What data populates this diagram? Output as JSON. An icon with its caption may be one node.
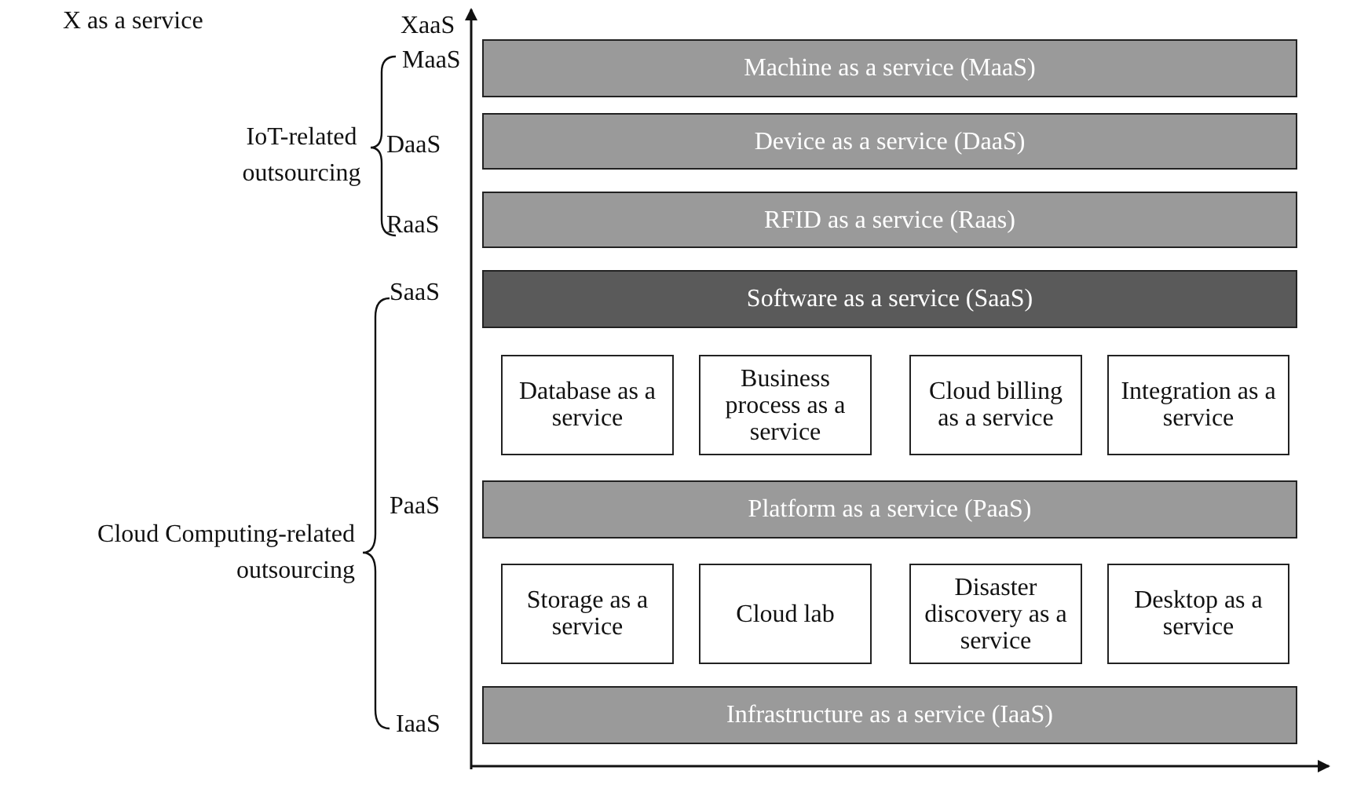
{
  "diagram": {
    "nodes": [
      {
        "text": [
          "Machine as a service (MaaS)"
        ]
      },
      {
        "text": [
          "Device as a service (DaaS)"
        ]
      },
      {
        "text": [
          "RFID as a service (Raas)"
        ]
      },
      {
        "text": [
          "Software as a service (SaaS)"
        ]
      },
      {
        "text": [
          "Database as a service"
        ]
      },
      {
        "text": [
          "Business process as a service"
        ]
      },
      {
        "text": [
          "Cloud billing as a service"
        ]
      },
      {
        "text": [
          "Integration as a service"
        ]
      },
      {
        "text": [
          "Platform as a service (PaaS)"
        ]
      },
      {
        "text": [
          "Storage as a service"
        ]
      },
      {
        "text": [
          "Cloud lab"
        ]
      },
      {
        "text": [
          "Disaster discovery as a service"
        ]
      },
      {
        "text": [
          "Desktop as a service"
        ]
      },
      {
        "text": [
          "Infrastructure as a service (IaaS)"
        ]
      }
    ],
    "labels": [
      "X as a service",
      "XaaS",
      "MaaS",
      "IoT-related outsourcing",
      "DaaS",
      "RaaS",
      "SaaS",
      "Cloud Computing-related outsourcing",
      "PaaS",
      "IaaS"
    ]
  }
}
